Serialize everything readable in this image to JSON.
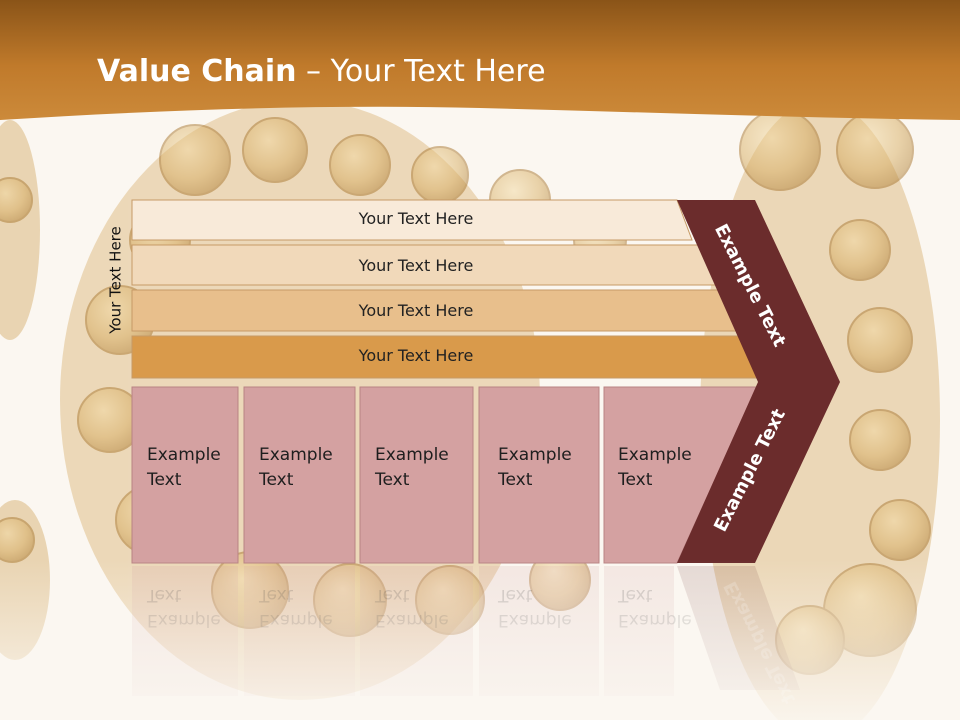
{
  "slide": {
    "title_bold": "Value Chain",
    "title_rest": " – Your Text Here",
    "side_label": "Your Text Here"
  },
  "support_rows": [
    {
      "label": "Your Text Here",
      "color": "#f8ead9"
    },
    {
      "label": "Your Text Here",
      "color": "#f1d9ba"
    },
    {
      "label": "Your Text Here",
      "color": "#e8bf8c"
    },
    {
      "label": "Your Text Here",
      "color": "#d99a4b"
    }
  ],
  "primary_boxes": [
    {
      "line1": "Example",
      "line2": "Text"
    },
    {
      "line1": "Example",
      "line2": "Text"
    },
    {
      "line1": "Example",
      "line2": "Text"
    },
    {
      "line1": "Example",
      "line2": "Text"
    },
    {
      "line1": "Example",
      "line2": "Text"
    }
  ],
  "arrow": {
    "upper_label": "Example Text",
    "lower_label": "Example Text",
    "color": "#6b2c2c"
  },
  "colors": {
    "header_brown": "#b87424",
    "box_pink": "#d4a1a1"
  }
}
